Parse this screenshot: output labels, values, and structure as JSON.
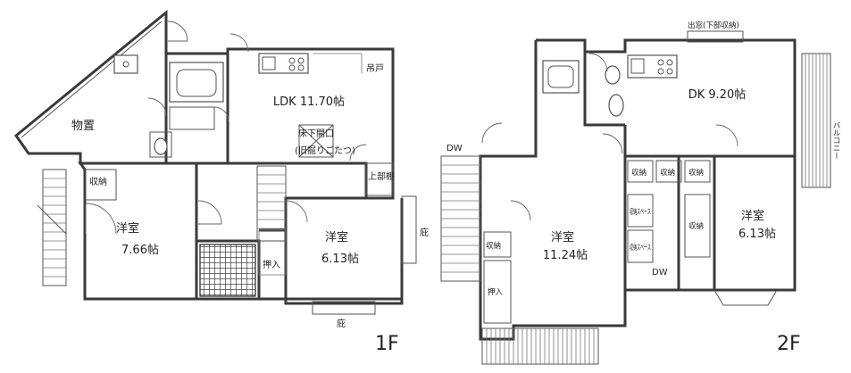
{
  "floor1": {
    "storage_shed": "物置",
    "western_room_a": {
      "name": "洋室",
      "size": "7.66帖"
    },
    "closet_a": "収納",
    "ldk": "LDK 11.70帖",
    "hanging_cabinet": "吊戸",
    "floor_hatch_line1": "床下開口",
    "floor_hatch_line2": "(旧掘りごたつ)",
    "upper_shelf": "上部棚",
    "western_room_b": {
      "name": "洋室",
      "size": "6.13帖"
    },
    "oshiire": "押入",
    "garden_right": "庇",
    "garden_bottom": "庇",
    "floor_label": "1F"
  },
  "floor2": {
    "bay_window": "出窓(下部収納)",
    "dk": "DK 9.20帖",
    "balcony": "バルコニー",
    "dw_top": "DW",
    "dw_bottom": "DW",
    "western_room_c": {
      "name": "洋室",
      "size": "11.24帖"
    },
    "western_room_d": {
      "name": "洋室",
      "size": "6.13帖"
    },
    "closet_1": "収納",
    "closet_2": "収納",
    "closet_3": "収納",
    "closet_4": "収納",
    "closet_5": "収納",
    "storage_space_1": "収納スペース",
    "storage_space_2": "収納スペース",
    "oshiire": "押入",
    "floor_label": "2F"
  }
}
